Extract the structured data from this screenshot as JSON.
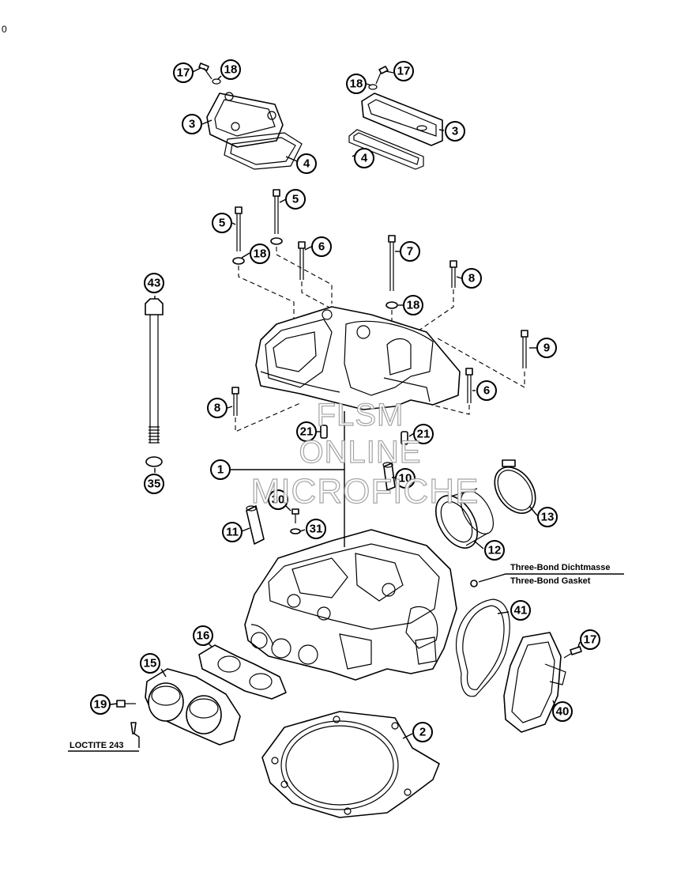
{
  "page": {
    "corner_mark": "0"
  },
  "notes": {
    "sealant_de": "Three-Bond Dichtmasse",
    "sealant_en": "Three-Bond Gasket",
    "loctite": "LOCTITE 243"
  },
  "watermark": {
    "line1": "FLSM",
    "line2": "ONLINE",
    "line3": "MICROFICHE"
  },
  "callouts": {
    "c17a": "17",
    "c18a": "18",
    "c3a": "3",
    "c4a": "4",
    "c18b": "18",
    "c17b": "17",
    "c3b": "3",
    "c4b": "4",
    "c5a": "5",
    "c5b": "5",
    "c18c": "18",
    "c6a": "6",
    "c7": "7",
    "c8a": "8",
    "c18d": "18",
    "c9": "9",
    "c43": "43",
    "c6b": "6",
    "c8b": "8",
    "c21a": "21",
    "c21b": "21",
    "c1": "1",
    "c35": "35",
    "c10": "10",
    "c30": "30",
    "c31": "31",
    "c11": "11",
    "c13": "13",
    "c12": "12",
    "c41": "41",
    "c16": "16",
    "c17c": "17",
    "c15": "15",
    "c40": "40",
    "c19": "19",
    "c2": "2"
  },
  "colors": {
    "ink": "#000000",
    "paper": "#ffffff",
    "watermark": "#9a9a9a"
  }
}
